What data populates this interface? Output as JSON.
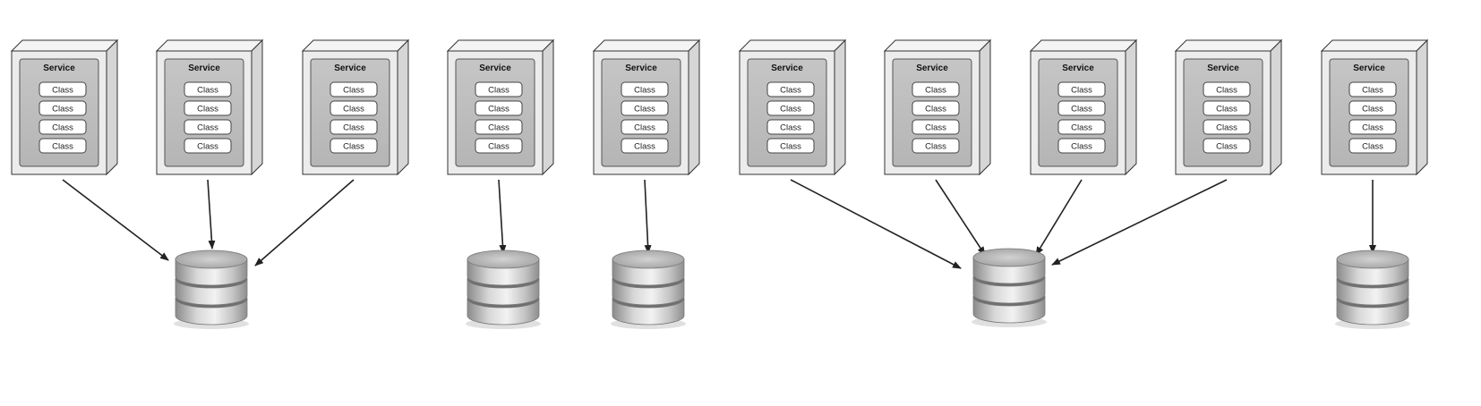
{
  "services": [
    {
      "title": "Service",
      "classes": [
        "Class",
        "Class",
        "Class",
        "Class"
      ],
      "db": 0
    },
    {
      "title": "Service",
      "classes": [
        "Class",
        "Class",
        "Class",
        "Class"
      ],
      "db": 0
    },
    {
      "title": "Service",
      "classes": [
        "Class",
        "Class",
        "Class",
        "Class"
      ],
      "db": 0
    },
    {
      "title": "Service",
      "classes": [
        "Class",
        "Class",
        "Class",
        "Class"
      ],
      "db": 1
    },
    {
      "title": "Service",
      "classes": [
        "Class",
        "Class",
        "Class",
        "Class"
      ],
      "db": 2
    },
    {
      "title": "Service",
      "classes": [
        "Class",
        "Class",
        "Class",
        "Class"
      ],
      "db": 3
    },
    {
      "title": "Service",
      "classes": [
        "Class",
        "Class",
        "Class",
        "Class"
      ],
      "db": 3
    },
    {
      "title": "Service",
      "classes": [
        "Class",
        "Class",
        "Class",
        "Class"
      ],
      "db": 3
    },
    {
      "title": "Service",
      "classes": [
        "Class",
        "Class",
        "Class",
        "Class"
      ],
      "db": 3
    },
    {
      "title": "Service",
      "classes": [
        "Class",
        "Class",
        "Class",
        "Class"
      ],
      "db": 4
    }
  ],
  "databases": [
    {
      "icon": "database-icon"
    },
    {
      "icon": "database-icon"
    },
    {
      "icon": "database-icon"
    },
    {
      "icon": "database-icon"
    },
    {
      "icon": "database-icon"
    }
  ],
  "colors": {
    "box_front": "#ececec",
    "box_side": "#d6d6d6",
    "box_top": "#f4f4f4",
    "inner_panel": "#bdbcbd",
    "class_pill": "#ffffff",
    "edge": "#333333",
    "arrow": "#222222"
  }
}
